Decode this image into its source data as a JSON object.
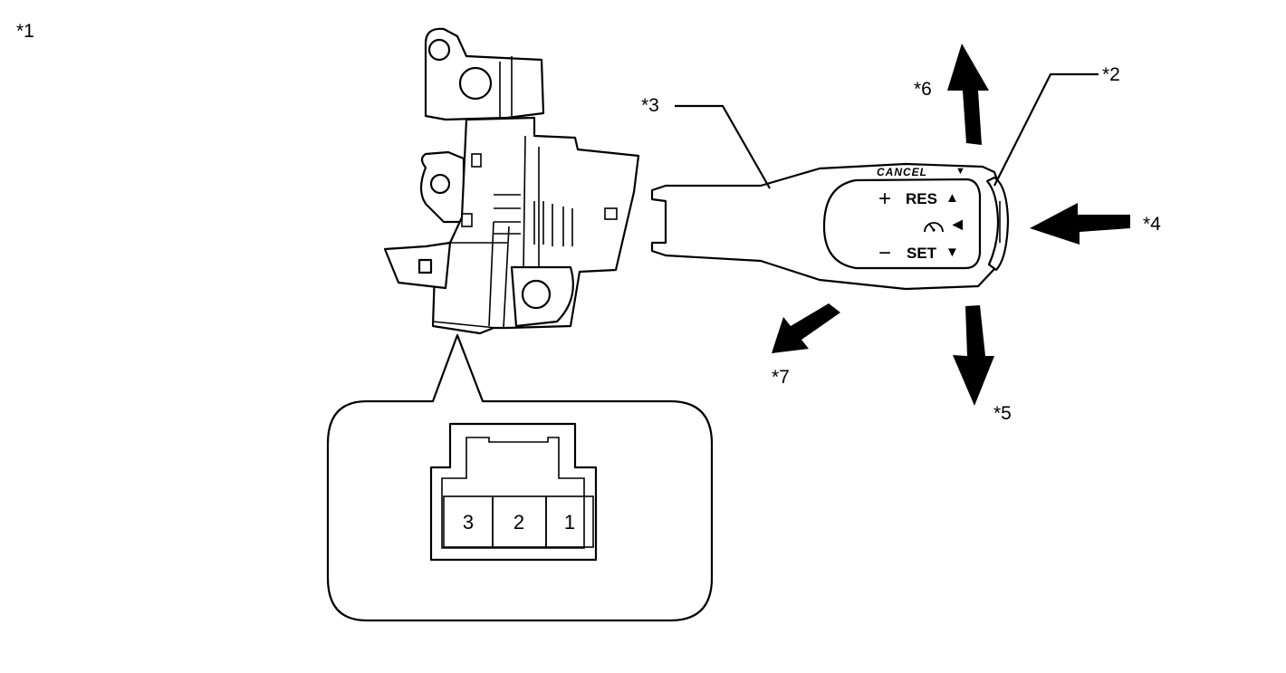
{
  "callouts": {
    "c1": "*1",
    "c2": "*2",
    "c3": "*3",
    "c4": "*4",
    "c5": "*5",
    "c6": "*6",
    "c7": "*7"
  },
  "lever": {
    "cancel": "CANCEL",
    "res": "RES",
    "set": "SET",
    "plus": "+",
    "minus": "−",
    "up_marker": "▲",
    "down_marker": "▼",
    "left_marker": "◀",
    "cancel_marker": "▼"
  },
  "connector": {
    "pins": [
      "3",
      "2",
      "1"
    ]
  }
}
